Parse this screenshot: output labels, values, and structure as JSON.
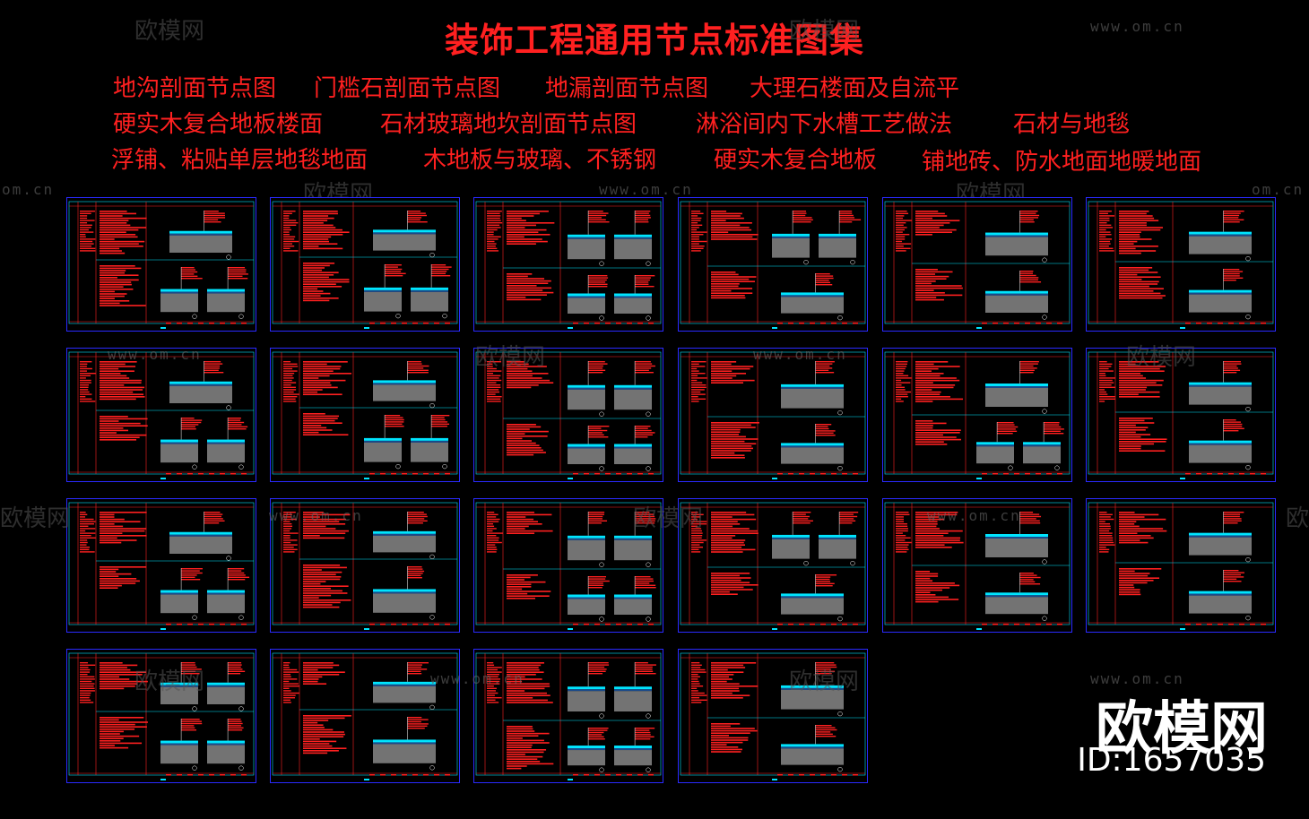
{
  "title": "装饰工程通用节点标准图集",
  "tags": [
    "地沟剖面节点图",
    "门槛石剖面节点图",
    "地漏剖面节点图",
    "大理石楼面及自流平",
    "硬实木复合地板楼面",
    "石材玻璃地坎剖面节点图",
    "淋浴间内下水槽工艺做法",
    "石材与地毯",
    "浮铺、粘贴单层地毯地面",
    "木地板与玻璃、不锈钢",
    "硬实木复合地板",
    "铺地砖、防水地面地暖地面"
  ],
  "watermark": {
    "logo_text": "欧模网",
    "url": "www.om.cn",
    "url_short": "om.cn"
  },
  "brand": {
    "name": "欧模网",
    "id": "ID:1657035"
  },
  "colors": {
    "background": "#000000",
    "title_red": "#ff2020",
    "frame_blue": "#2a2aff",
    "cyan": "#00e5ff",
    "hatch_gray": "#9a9a9a"
  }
}
